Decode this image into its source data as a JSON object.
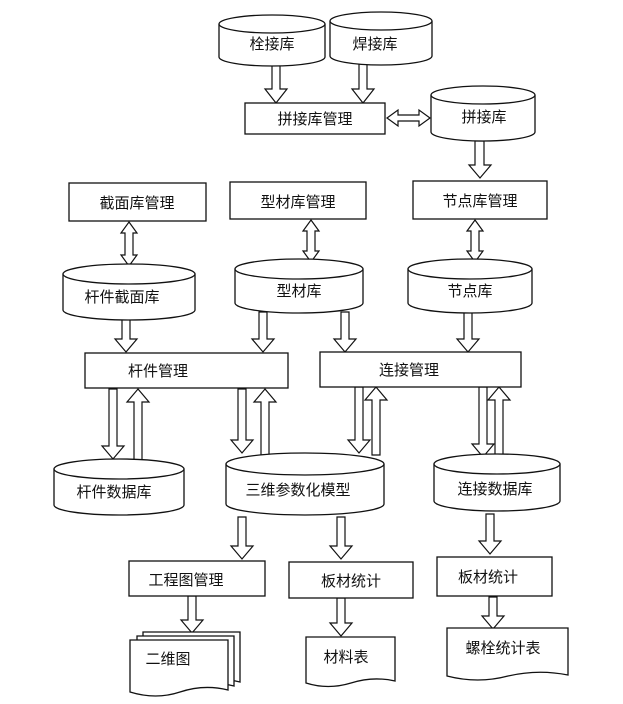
{
  "nodes": {
    "bolt_lib": "栓接库",
    "weld_lib": "焊接库",
    "splice_mgmt": "拼接库管理",
    "splice_lib": "拼接库",
    "section_mgmt": "截面库管理",
    "profile_mgmt": "型材库管理",
    "node_mgmt": "节点库管理",
    "member_section_lib": "杆件截面库",
    "profile_lib": "型材库",
    "node_lib": "节点库",
    "member_mgmt": "杆件管理",
    "conn_mgmt": "连接管理",
    "member_db": "杆件数据库",
    "model_3d": "三维参数化模型",
    "conn_db": "连接数据库",
    "drawing_mgmt": "工程图管理",
    "plate_stats_a": "板材统计",
    "plate_stats_b": "板材统计",
    "drawing_2d": "二维图",
    "material_table": "材料表",
    "bolt_table": "螺栓统计表"
  }
}
